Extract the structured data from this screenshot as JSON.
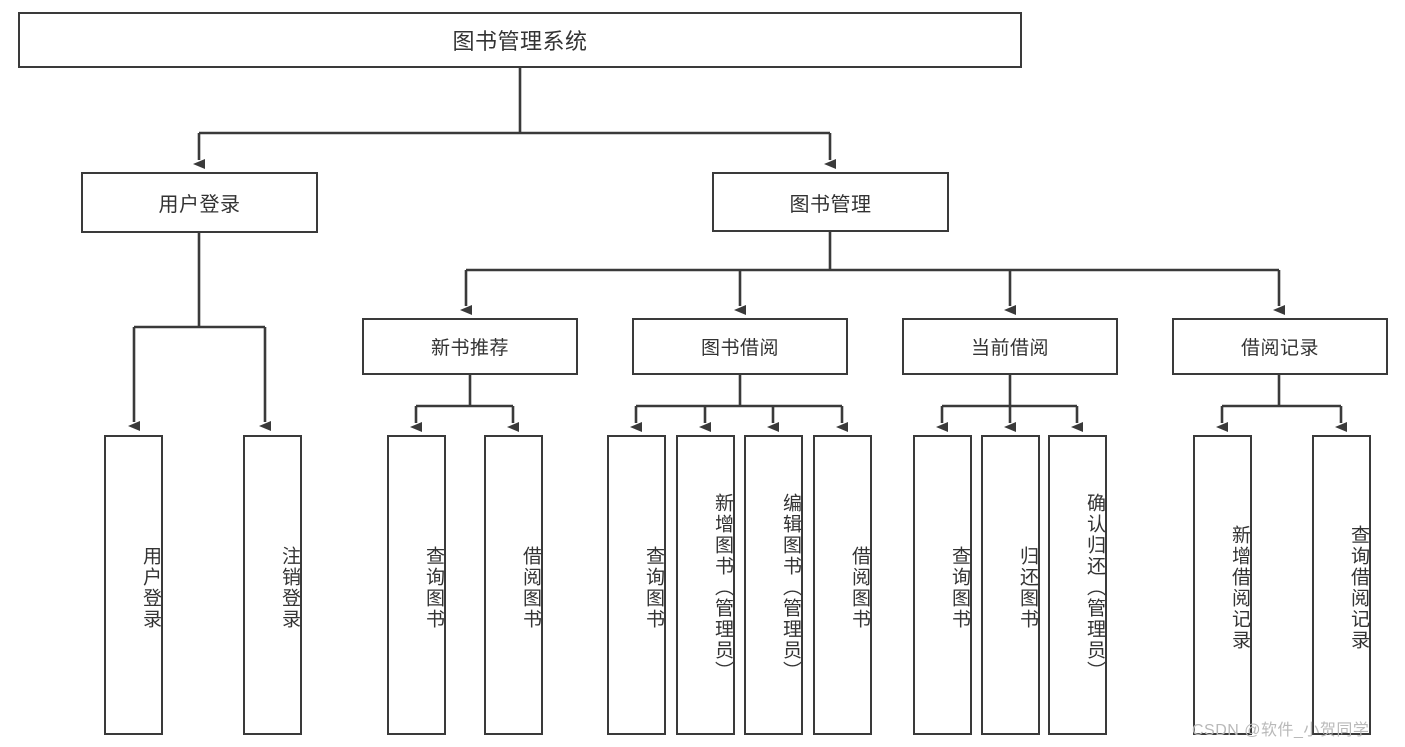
{
  "diagram": {
    "title": "图书管理系统",
    "root": {
      "label": "图书管理系统"
    },
    "level1": [
      {
        "label": "用户登录"
      },
      {
        "label": "图书管理"
      }
    ],
    "level2": [
      {
        "label": "新书推荐"
      },
      {
        "label": "图书借阅"
      },
      {
        "label": "当前借阅"
      },
      {
        "label": "借阅记录"
      }
    ],
    "leaves": {
      "user_login": [
        {
          "label": "用户登录"
        },
        {
          "label": "注销登录"
        }
      ],
      "new_book_recommend": [
        {
          "label": "查询图书"
        },
        {
          "label": "借阅图书"
        }
      ],
      "book_borrow": [
        {
          "label": "查询图书"
        },
        {
          "label": "新增图书（管理员）"
        },
        {
          "label": "编辑图书（管理员）"
        },
        {
          "label": "借阅图书"
        }
      ],
      "current_borrow": [
        {
          "label": "查询图书"
        },
        {
          "label": "归还图书"
        },
        {
          "label": "确认归还（管理员）"
        }
      ],
      "borrow_record": [
        {
          "label": "新增借阅记录"
        },
        {
          "label": "查询借阅记录"
        }
      ]
    }
  },
  "watermark": {
    "text": "CSDN @软件_小贺同学"
  },
  "colors": {
    "border": "#3a3a3a",
    "text": "#333333",
    "background": "#ffffff",
    "watermark": "#b9b9b9"
  }
}
